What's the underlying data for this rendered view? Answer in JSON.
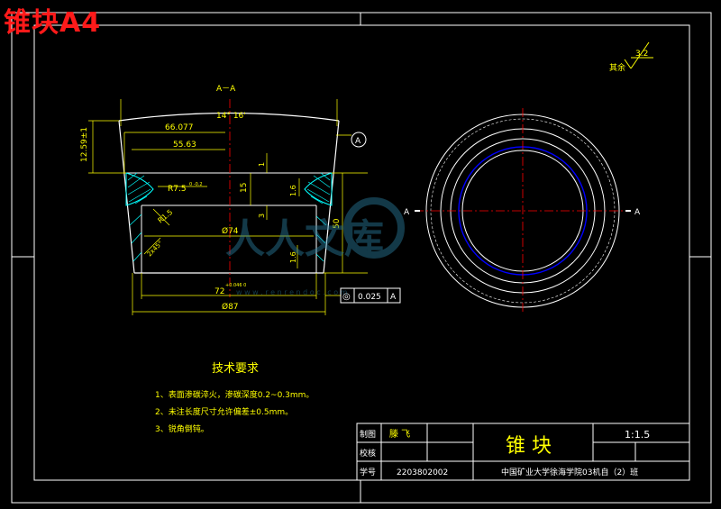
{
  "header": {
    "title": "锥块A4"
  },
  "section_label": "A－A",
  "surface_finish": {
    "value": "3.2",
    "label": "其余"
  },
  "dimensions": {
    "angle_top": "14° 16'",
    "d_66": "66.077",
    "d_55": "55.63",
    "h_12": "12.59±1",
    "r_7": "R7.5",
    "r_7_tol": "0\n-0.2",
    "h_15": "15",
    "h_1": "1",
    "h_3": "3",
    "c_1_6a": "1.6",
    "c_1_6b": "1.6",
    "r_1": "R1.5",
    "d_74": "Ø74",
    "h_50": "50",
    "c_2": "2x45°",
    "d_72": "72",
    "d_72_tol": "+0.046\n0",
    "d_87": "Ø87"
  },
  "datum": {
    "letter": "A",
    "section_a_left": "A",
    "section_a_right": "A"
  },
  "tolerance_frame": {
    "symbol": "◎",
    "value": "0.025",
    "datum": "A"
  },
  "tech_requirements": {
    "title": "技术要求",
    "items": [
      "1、表面渗碳淬火，渗碳深度0.2~0.3mm。",
      "2、未注长度尺寸允许偏差±0.5mm。",
      "3、锐角倒钝。"
    ]
  },
  "title_block": {
    "drawn_by_label": "制图",
    "drawn_by": "滕 飞",
    "checked_label": "校核",
    "student_id_label": "学号",
    "student_id": "2203802002",
    "part_name": "锥 块",
    "scale": "1:1.5",
    "org": "中国矿业大学徐海学院03机自（2）班"
  },
  "watermark": {
    "text": "人人文库",
    "sub": "w w w . r e n r e n d o c . c o m"
  },
  "colors": {
    "background": "#000000",
    "outline": "#ffffff",
    "dimension": "#ffff00",
    "center": "#ff0000",
    "hatch": "#00ffff",
    "hidden": "#0000ff",
    "title_red": "#ff1a1a"
  }
}
